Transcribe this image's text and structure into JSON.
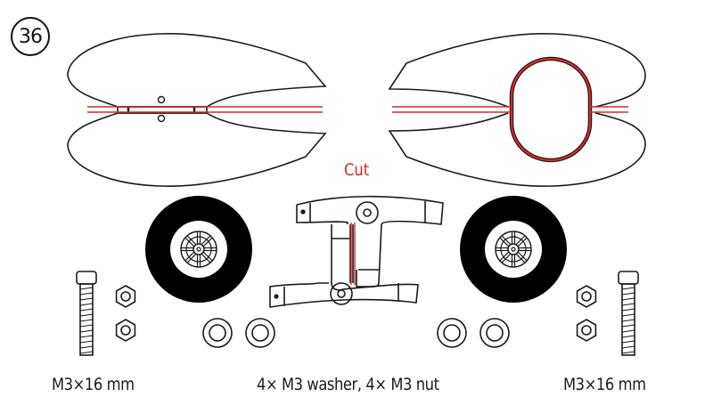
{
  "step_number": "36",
  "annotation": {
    "cut_label": "Cut"
  },
  "parts": {
    "left_wing": "wing-left-piece",
    "right_wing": "wing-right-piece",
    "landing_gear_frame": "landing-gear-frame",
    "wheels": 2,
    "screws": 2,
    "washers": 4,
    "nuts": 4
  },
  "labels": {
    "left_screw": "M3×16 mm",
    "hardware": "4× M3 washer, 4× M3 nut",
    "right_screw": "M3×16 mm"
  },
  "colors": {
    "line": "#1a1a1a",
    "cut": "#d42a2a",
    "tire": "#000000"
  }
}
